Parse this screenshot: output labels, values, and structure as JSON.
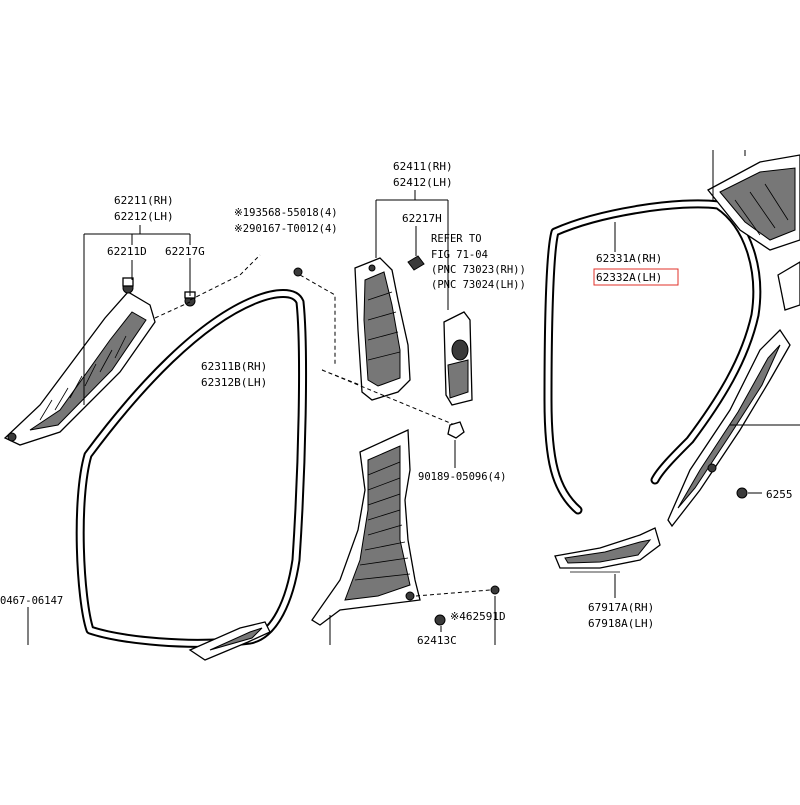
{
  "labels": {
    "p62211_rh": "62211(RH)",
    "p62212_lh": "62212(LH)",
    "p62211d": "62211D",
    "p62217g": "62217G",
    "note_93568": "※193568-55018(4)",
    "note_90167": "※290167-T0012(4)",
    "p62411_rh": "62411(RH)",
    "p62412_lh": "62412(LH)",
    "p62217h": "62217H",
    "refer_1": "REFER TO",
    "refer_2": "FIG 71-04",
    "refer_3": "(PNC 73023(RH))",
    "refer_4": "(PNC 73024(LH))",
    "p62311b_rh": "62311B(RH)",
    "p62312b_lh": "62312B(LH)",
    "p90189": "90189-05096(4)",
    "p62331a_rh": "62331A(RH)",
    "p62332a_lh": "62332A(LH)",
    "p6255": "6255",
    "p0467": "0467-06147",
    "p462591d": "※462591D",
    "p62413c": "62413C",
    "p67917a_rh": "67917A(RH)",
    "p67918a_lh": "67918A(LH)"
  },
  "colors": {
    "highlight": "#e0312a",
    "line": "#000000",
    "shade": "#777777"
  }
}
